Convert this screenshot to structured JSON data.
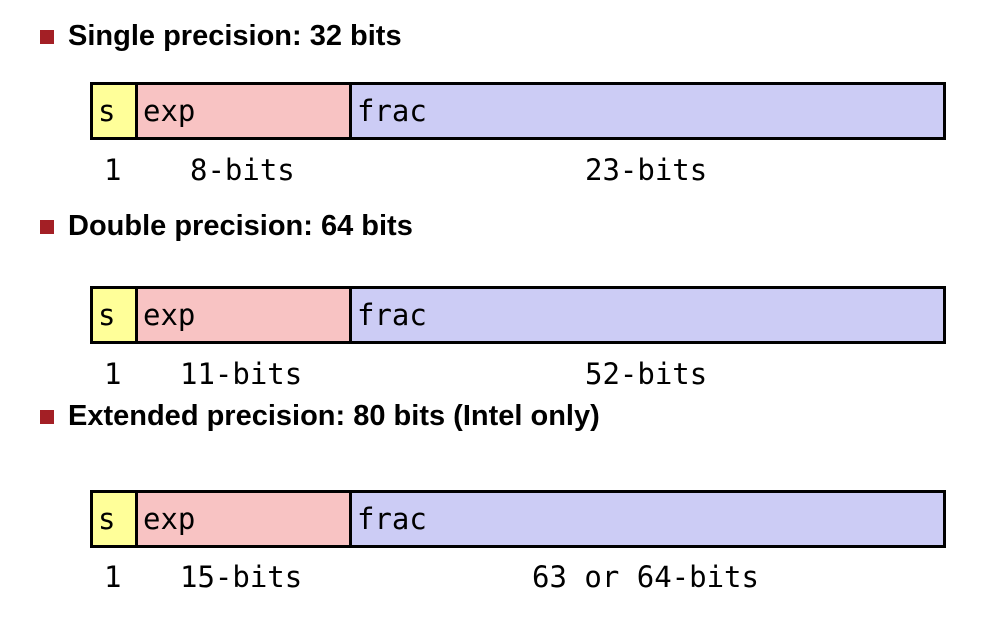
{
  "formats": [
    {
      "heading": "Single precision: 32 bits",
      "fields": {
        "s": "s",
        "exp": "exp",
        "frac": "frac"
      },
      "sizes": {
        "s": "1",
        "exp": "8-bits",
        "frac": "23-bits"
      }
    },
    {
      "heading": "Double precision: 64 bits",
      "fields": {
        "s": "s",
        "exp": "exp",
        "frac": "frac"
      },
      "sizes": {
        "s": "1",
        "exp": "11-bits",
        "frac": "52-bits"
      }
    },
    {
      "heading": "Extended precision: 80 bits (Intel only)",
      "fields": {
        "s": "s",
        "exp": "exp",
        "frac": "frac"
      },
      "sizes": {
        "s": "1",
        "exp": "15-bits",
        "frac": "63 or 64-bits"
      }
    }
  ],
  "colors": {
    "bullet": "#a31f25",
    "sign_field": "#ffff99",
    "exp_field": "#f8c3c3",
    "frac_field": "#ccccf5"
  }
}
